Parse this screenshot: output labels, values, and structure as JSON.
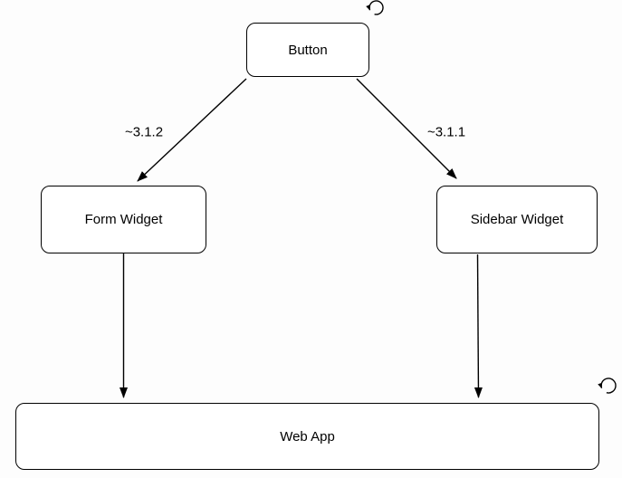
{
  "diagram": {
    "colors": {
      "background": "#fdfdfd",
      "node_fill": "#ffffff",
      "stroke": "#000000",
      "text": "#000000"
    },
    "nodes": [
      {
        "id": "button",
        "label": "Button",
        "has_loop_icon": true
      },
      {
        "id": "form-widget",
        "label": "Form Widget",
        "has_loop_icon": false
      },
      {
        "id": "sidebar-widget",
        "label": "Sidebar Widget",
        "has_loop_icon": false
      },
      {
        "id": "web-app",
        "label": "Web App",
        "has_loop_icon": true
      }
    ],
    "edges": [
      {
        "from": "Button",
        "to": "Form Widget",
        "label": "~3.1.2"
      },
      {
        "from": "Button",
        "to": "Sidebar Widget",
        "label": "~3.1.1"
      },
      {
        "from": "Form Widget",
        "to": "Web App",
        "label": ""
      },
      {
        "from": "Sidebar Widget",
        "to": "Web App",
        "label": ""
      }
    ],
    "icons": [
      {
        "name": "loop-arrow-icon",
        "glyph": "↺",
        "attached_to": "Button"
      },
      {
        "name": "loop-arrow-icon",
        "glyph": "↺",
        "attached_to": "Web App"
      }
    ]
  }
}
